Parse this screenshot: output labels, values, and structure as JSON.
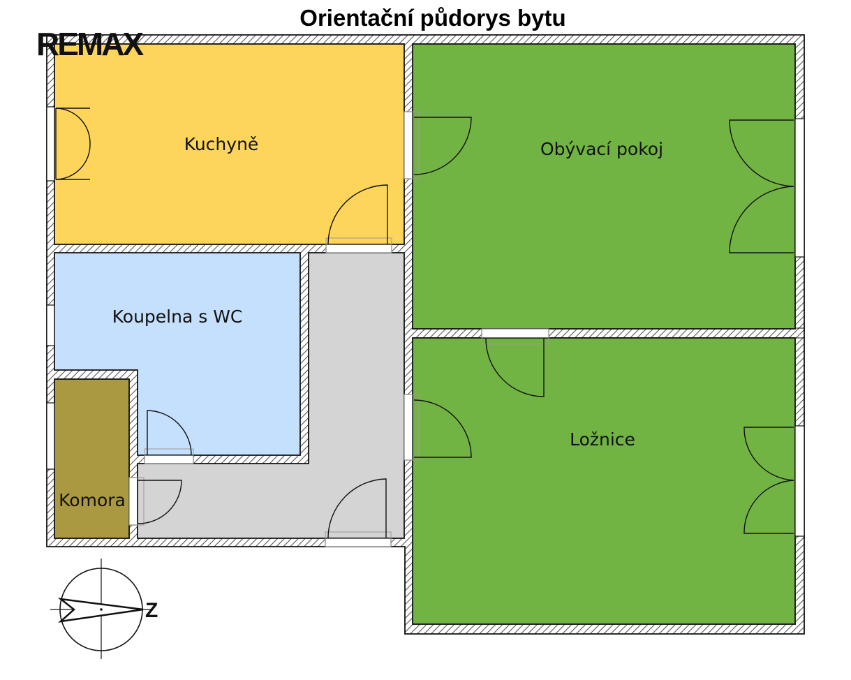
{
  "title": "Orientační půdorys bytu",
  "logo": {
    "text": "RE/MAX",
    "display": "REMAX"
  },
  "rooms": {
    "kitchen": {
      "label": "Kuchyně",
      "color": "#fdd55b"
    },
    "living": {
      "label": "Obývací pokoj",
      "color": "#72b443"
    },
    "bathroom": {
      "label": "Koupelna s WC",
      "color": "#c5e0fd"
    },
    "bedroom": {
      "label": "Ložnice",
      "color": "#72b443"
    },
    "pantry": {
      "label": "Komora",
      "color": "#ab9941"
    },
    "hallway": {
      "label": "",
      "color": "#d4d4d4"
    }
  },
  "compass": {
    "label": "Z",
    "icon": "compass-icon"
  },
  "colors": {
    "wall": "#111111",
    "hatch": "#555555"
  }
}
